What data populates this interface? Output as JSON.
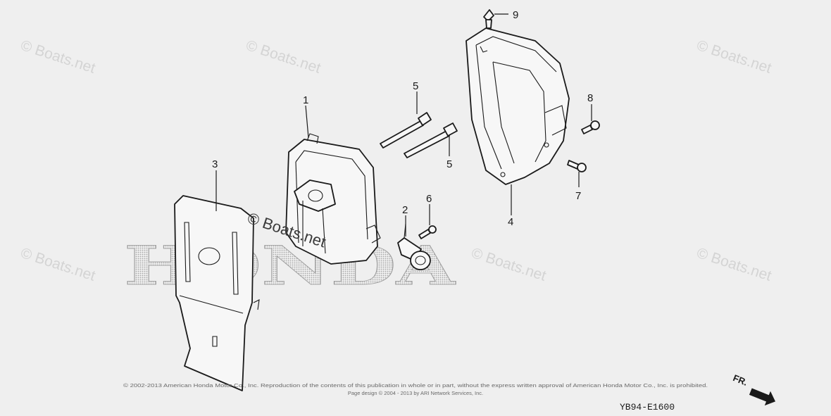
{
  "watermark": {
    "text": "© Boats.net",
    "brand": "HONDA"
  },
  "callouts": [
    {
      "id": "1",
      "label": "1"
    },
    {
      "id": "2",
      "label": "2"
    },
    {
      "id": "3",
      "label": "3"
    },
    {
      "id": "4",
      "label": "4"
    },
    {
      "id": "5a",
      "label": "5"
    },
    {
      "id": "5b",
      "label": "5"
    },
    {
      "id": "6",
      "label": "6"
    },
    {
      "id": "7",
      "label": "7"
    },
    {
      "id": "8",
      "label": "8"
    },
    {
      "id": "9",
      "label": "9"
    }
  ],
  "copyright": {
    "line1": "© 2002-2013 American Honda Motor Co., Inc. Reproduction of the contents of this publication in whole or in part, without the express written approval of American Honda Motor Co., Inc. is prohibited.",
    "line2": "Page design © 2004 - 2013 by ARI Network Services, Inc."
  },
  "diagram_code": "YB94-E1600",
  "front_marker": "FR.",
  "colors": {
    "background": "#efefef",
    "line": "#1a1a1a",
    "watermark": "#d4d4d4",
    "honda_pattern": "#b9b9b9"
  }
}
